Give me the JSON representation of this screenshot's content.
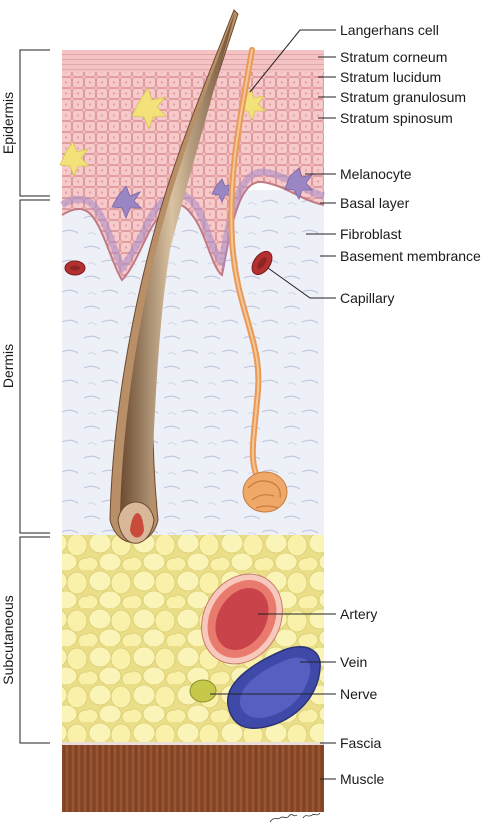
{
  "regions": {
    "epidermis": "Epidermis",
    "dermis": "Dermis",
    "subcutaneous": "Subcutaneous"
  },
  "labels": {
    "langerhans_cell": "Langerhans cell",
    "stratum_corneum": "Stratum corneum",
    "stratum_lucidum": "Stratum lucidum",
    "stratum_granulosum": "Stratum granulosum",
    "stratum_spinosum": "Stratum spinosum",
    "melanocyte": "Melanocyte",
    "basal_layer": "Basal layer",
    "fibroblast": "Fibroblast",
    "basement_membrane": "Basement membrance",
    "capillary": "Capillary",
    "artery": "Artery",
    "vein": "Vein",
    "nerve": "Nerve",
    "fascia": "Fascia",
    "muscle": "Muscle"
  },
  "colors": {
    "epidermis_pink": "#f2bdbd",
    "cell_outline": "#d98f93",
    "dermis_bg": "#eef0f8",
    "fat_yellow": "#f7ee9e",
    "melanocyte_purple": "#9b86c4",
    "langerhans_yellow": "#f3e27a",
    "capillary_red": "#b53030",
    "artery_red": "#d9514f",
    "vein_blue": "#4a55b0",
    "nerve_green": "#c6c84a",
    "muscle_brown": "#8a4a2a",
    "hair_brown": "#8a6a4a",
    "gland_orange": "#f0a868"
  }
}
